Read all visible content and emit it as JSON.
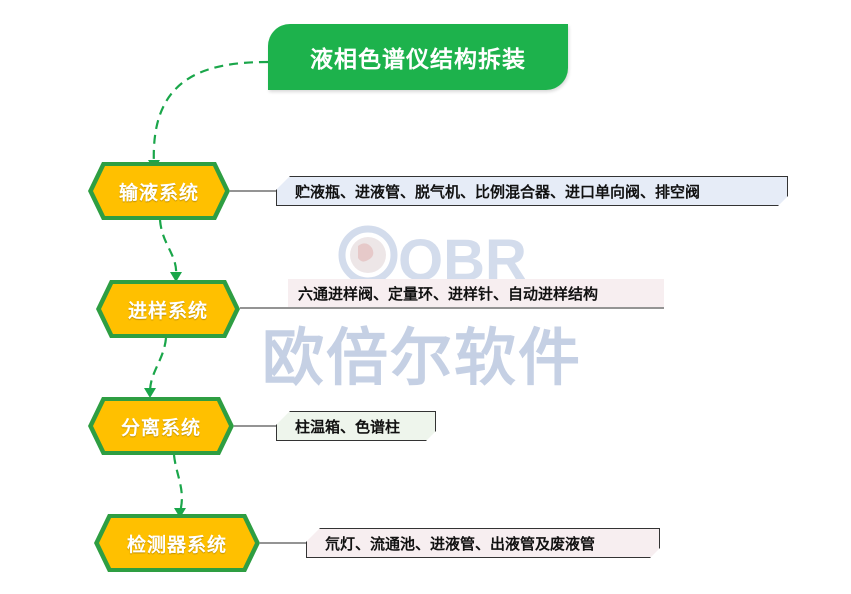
{
  "title": "液相色谱仪结构拆装",
  "systems": [
    {
      "label": "输液系统",
      "components": "贮液瓶、进液管、脱气机、比例混合器、进口单向阀、排空阀"
    },
    {
      "label": "进样系统",
      "components": "六通进样阀、定量环、进样针、自动进样结构"
    },
    {
      "label": "分离系统",
      "components": "柱温箱、色谱柱"
    },
    {
      "label": "检测器系统",
      "components": "氘灯、流通池、进液管、出液管及废液管"
    }
  ],
  "watermark": {
    "logo": "OBR",
    "text": "欧倍尔软件"
  },
  "colors": {
    "title_bg": "#1db24c",
    "hex_fill": "#ffc000",
    "hex_border": "#2e9e42",
    "connector": "#1aa64a"
  }
}
